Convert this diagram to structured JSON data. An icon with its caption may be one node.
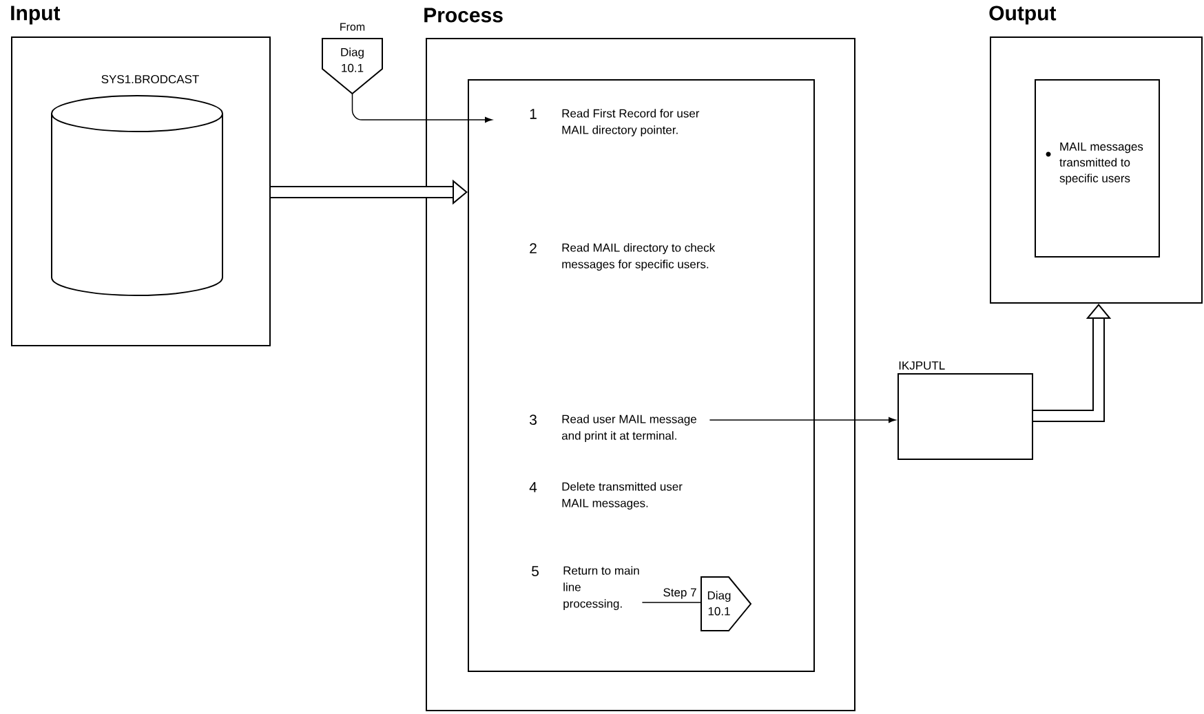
{
  "diagram": {
    "nodes": [
      {
        "text": [
          "Input"
        ]
      },
      {
        "text": [
          "SYS1.BRODCAST"
        ],
        "in": 0
      },
      {
        "text": [
          "Diag 10.1"
        ],
        "beside": [
          "From"
        ]
      },
      {
        "text": [
          "Process"
        ]
      },
      {
        "text": [],
        "shape": "box",
        "in": 3
      },
      {
        "text": [
          "1",
          "Read First Record for user MAIL directory pointer."
        ],
        "in": 4
      },
      {
        "text": [
          "2",
          "Read MAIL directory to check messages for specific users."
        ],
        "in": 4
      },
      {
        "text": [
          "3",
          "Read user MAIL message and print it at terminal."
        ],
        "in": 4
      },
      {
        "text": [
          "4",
          "Delete transmitted user MAIL messages."
        ],
        "in": 4
      },
      {
        "text": [
          "5",
          "Return to main line processing."
        ],
        "in": 4
      },
      {
        "text": [
          "Diag 10.1"
        ],
        "in": 4
      },
      {
        "text": [
          "IKJPUTL"
        ]
      },
      {
        "text": [
          "Output"
        ]
      },
      {
        "text": [
          "MAIL messages transmitted to specific users"
        ],
        "in": 12
      }
    ],
    "edges": [
      {
        "from": 2,
        "to": 5,
        "arrow": "to"
      },
      {
        "from": 0,
        "to": 4,
        "arrow": "to",
        "style": "thick"
      },
      {
        "from": 7,
        "to": 11,
        "arrow": "to"
      },
      {
        "from": 9,
        "to": 10,
        "arrow": "none",
        "label": "Step 7"
      },
      {
        "from": 11,
        "to": 12,
        "arrow": "to",
        "style": "thick"
      }
    ]
  }
}
